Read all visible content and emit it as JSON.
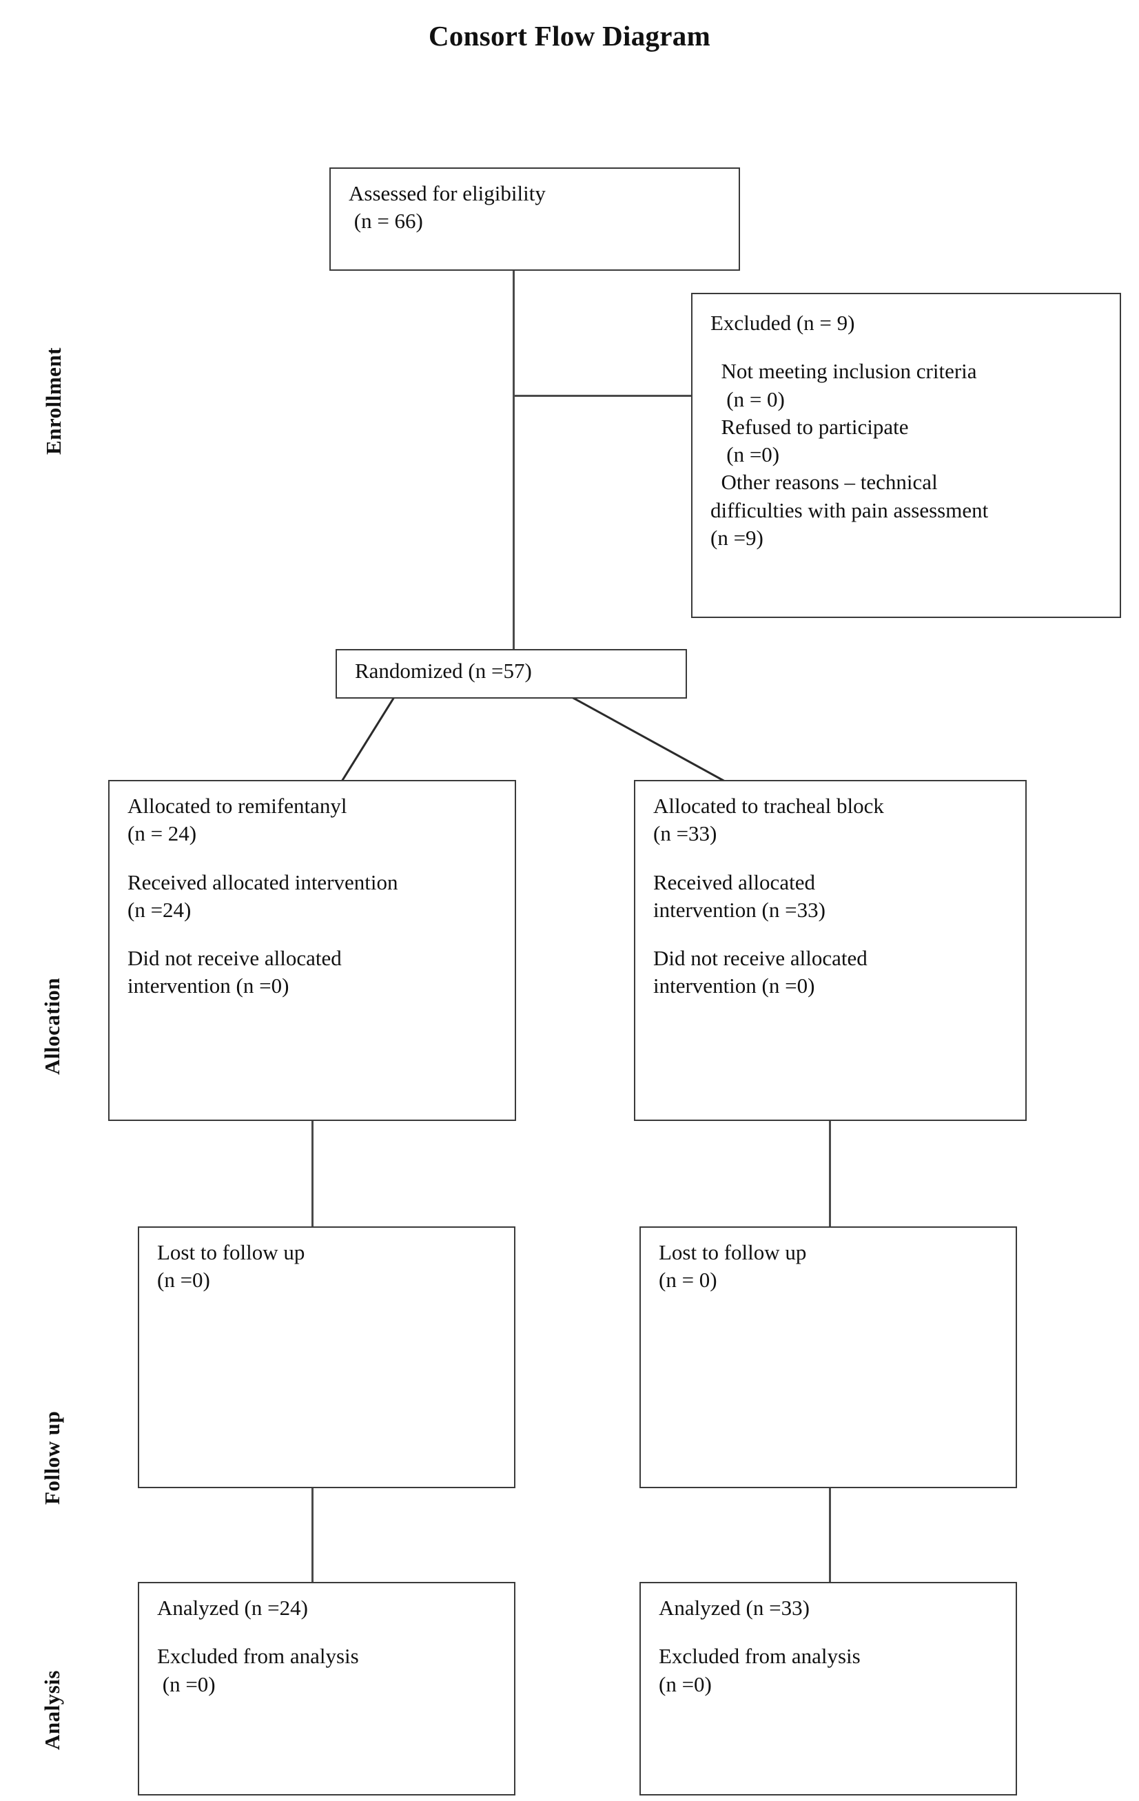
{
  "title": "Consort Flow Diagram",
  "stages": [
    {
      "id": "enrollment",
      "label": "Enrollment"
    },
    {
      "id": "allocation",
      "label": "Allocation"
    },
    {
      "id": "followup",
      "label": "Follow up"
    },
    {
      "id": "analysis",
      "label": "Analysis"
    }
  ],
  "nodes": {
    "eligibility": {
      "name": "assessed-for-eligibility-box",
      "lines": [
        "Assessed for eligibility",
        " (n = 66)"
      ]
    },
    "excluded": {
      "name": "excluded-box",
      "heading": "Excluded (n = 9)",
      "reasons": [
        "  Not meeting inclusion criteria",
        "   (n = 0)",
        "  Refused to participate",
        "   (n =0)",
        "  Other reasons – technical",
        "difficulties with pain assessment",
        "(n =9)"
      ]
    },
    "randomized": {
      "name": "randomized-box",
      "lines": [
        "Randomized (n =57)"
      ]
    },
    "alloc_left": {
      "name": "allocated-remifentanyl-box",
      "title_lines": [
        "Allocated to remifentanyl",
        "(n = 24)"
      ],
      "received_lines": [
        "Received allocated intervention",
        "(n =24)"
      ],
      "not_received_lines": [
        "Did not receive allocated",
        "intervention (n =0)"
      ]
    },
    "alloc_right": {
      "name": "allocated-tracheal-block-box",
      "title_lines": [
        "Allocated to tracheal block",
        "(n =33)"
      ],
      "received_lines": [
        "Received allocated",
        "intervention (n =33)"
      ],
      "not_received_lines": [
        "Did not receive allocated",
        "intervention (n =0)"
      ]
    },
    "follow_left": {
      "name": "lost-to-follow-up-left-box",
      "lines": [
        "Lost to follow up",
        "(n =0)"
      ]
    },
    "follow_right": {
      "name": "lost-to-follow-up-right-box",
      "lines": [
        "Lost to follow up",
        "(n = 0)"
      ]
    },
    "analysis_left": {
      "name": "analyzed-left-box",
      "analyzed": "Analyzed (n =24)",
      "excluded_lines": [
        "Excluded from analysis",
        " (n =0)"
      ]
    },
    "analysis_right": {
      "name": "analyzed-right-box",
      "analyzed": "Analyzed (n =33)",
      "excluded_lines": [
        "Excluded from analysis",
        "(n =0)"
      ]
    }
  },
  "colors": {
    "box_border": "#3a3a3a",
    "connector": "#4a4a4a",
    "text": "#111111",
    "background": "#ffffff"
  }
}
